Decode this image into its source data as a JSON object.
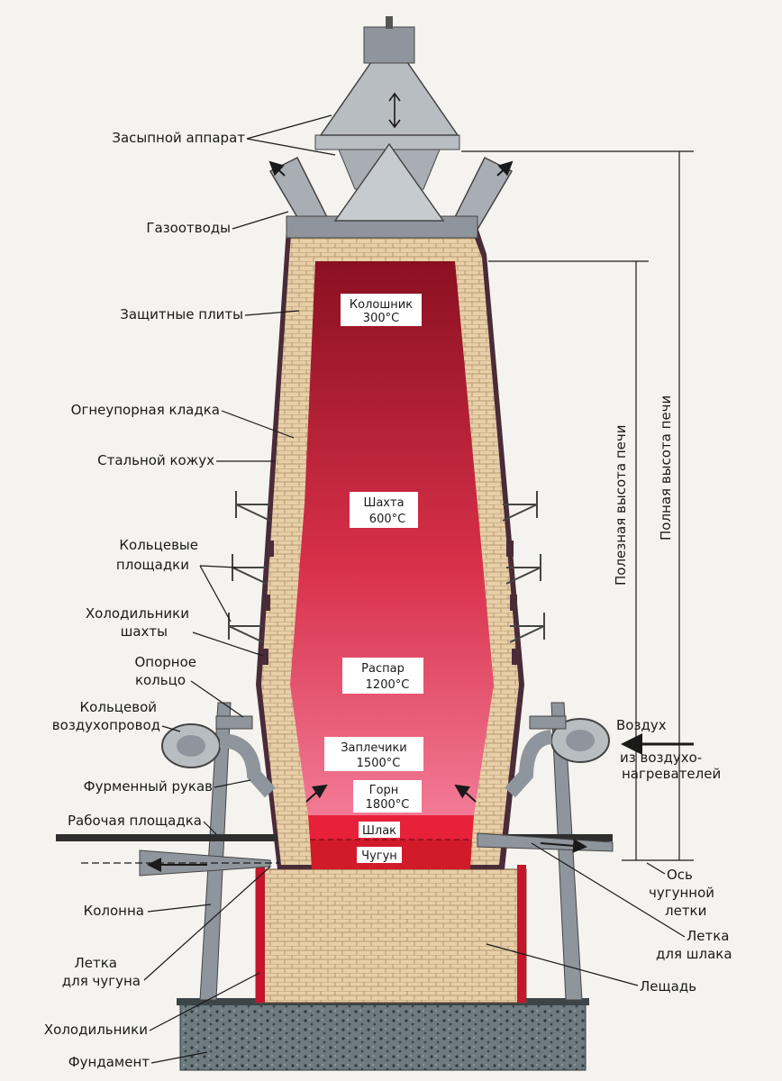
{
  "colors": {
    "brick": "#e7cfa8",
    "hot_top": "#8a1020",
    "hot_mid": "#d8304a",
    "hot_bottom": "#f27a96",
    "metal": "#8f959c",
    "slag": "#e8213a",
    "iron": "#d11a2a",
    "foundation": "#6d7a7f"
  },
  "labels": {
    "charging_device": "Засыпной аппарат",
    "gas_outlets": "Газоотводы",
    "protective_plates": "Защитные плиты",
    "refractory": "Огнеупорная кладка",
    "steel_shell": "Стальной кожух",
    "ring_platforms": [
      "Кольцевые",
      "площадки"
    ],
    "shaft_coolers": [
      "Холодильники",
      "шахты"
    ],
    "support_ring": [
      "Опорное",
      "кольцо"
    ],
    "bustle_pipe": [
      "Кольцевой",
      "воздухопровод"
    ],
    "tuyere_stock": "Фурменный рукав",
    "work_platform": "Рабочая площадка",
    "column": "Колонна",
    "iron_taphole": [
      "Летка",
      "для чугуна"
    ],
    "coolers": "Холодильники",
    "foundation": "Фундамент",
    "air": "Воздух",
    "air_source": [
      "из воздухо-",
      "нагревателей"
    ],
    "taphole_axis": [
      "Ось",
      "чугунной",
      "летки"
    ],
    "slag_notch": [
      "Летка",
      "для шлака"
    ],
    "hearth_bottom": "Лещадь",
    "useful_height": "Полезная высота печи",
    "total_height": "Полная высота печи"
  },
  "zones": {
    "throat": {
      "name": "Колошник",
      "temp": "300°C"
    },
    "shaft": {
      "name": "Шахта",
      "temp": "600°C"
    },
    "belly": {
      "name": "Распар",
      "temp": "1200°C"
    },
    "bosh": {
      "name": "Заплечики",
      "temp": "1500°C"
    },
    "hearth": {
      "name": "Горн",
      "temp": "1800°C"
    },
    "slag": "Шлак",
    "iron": "Чугун"
  }
}
